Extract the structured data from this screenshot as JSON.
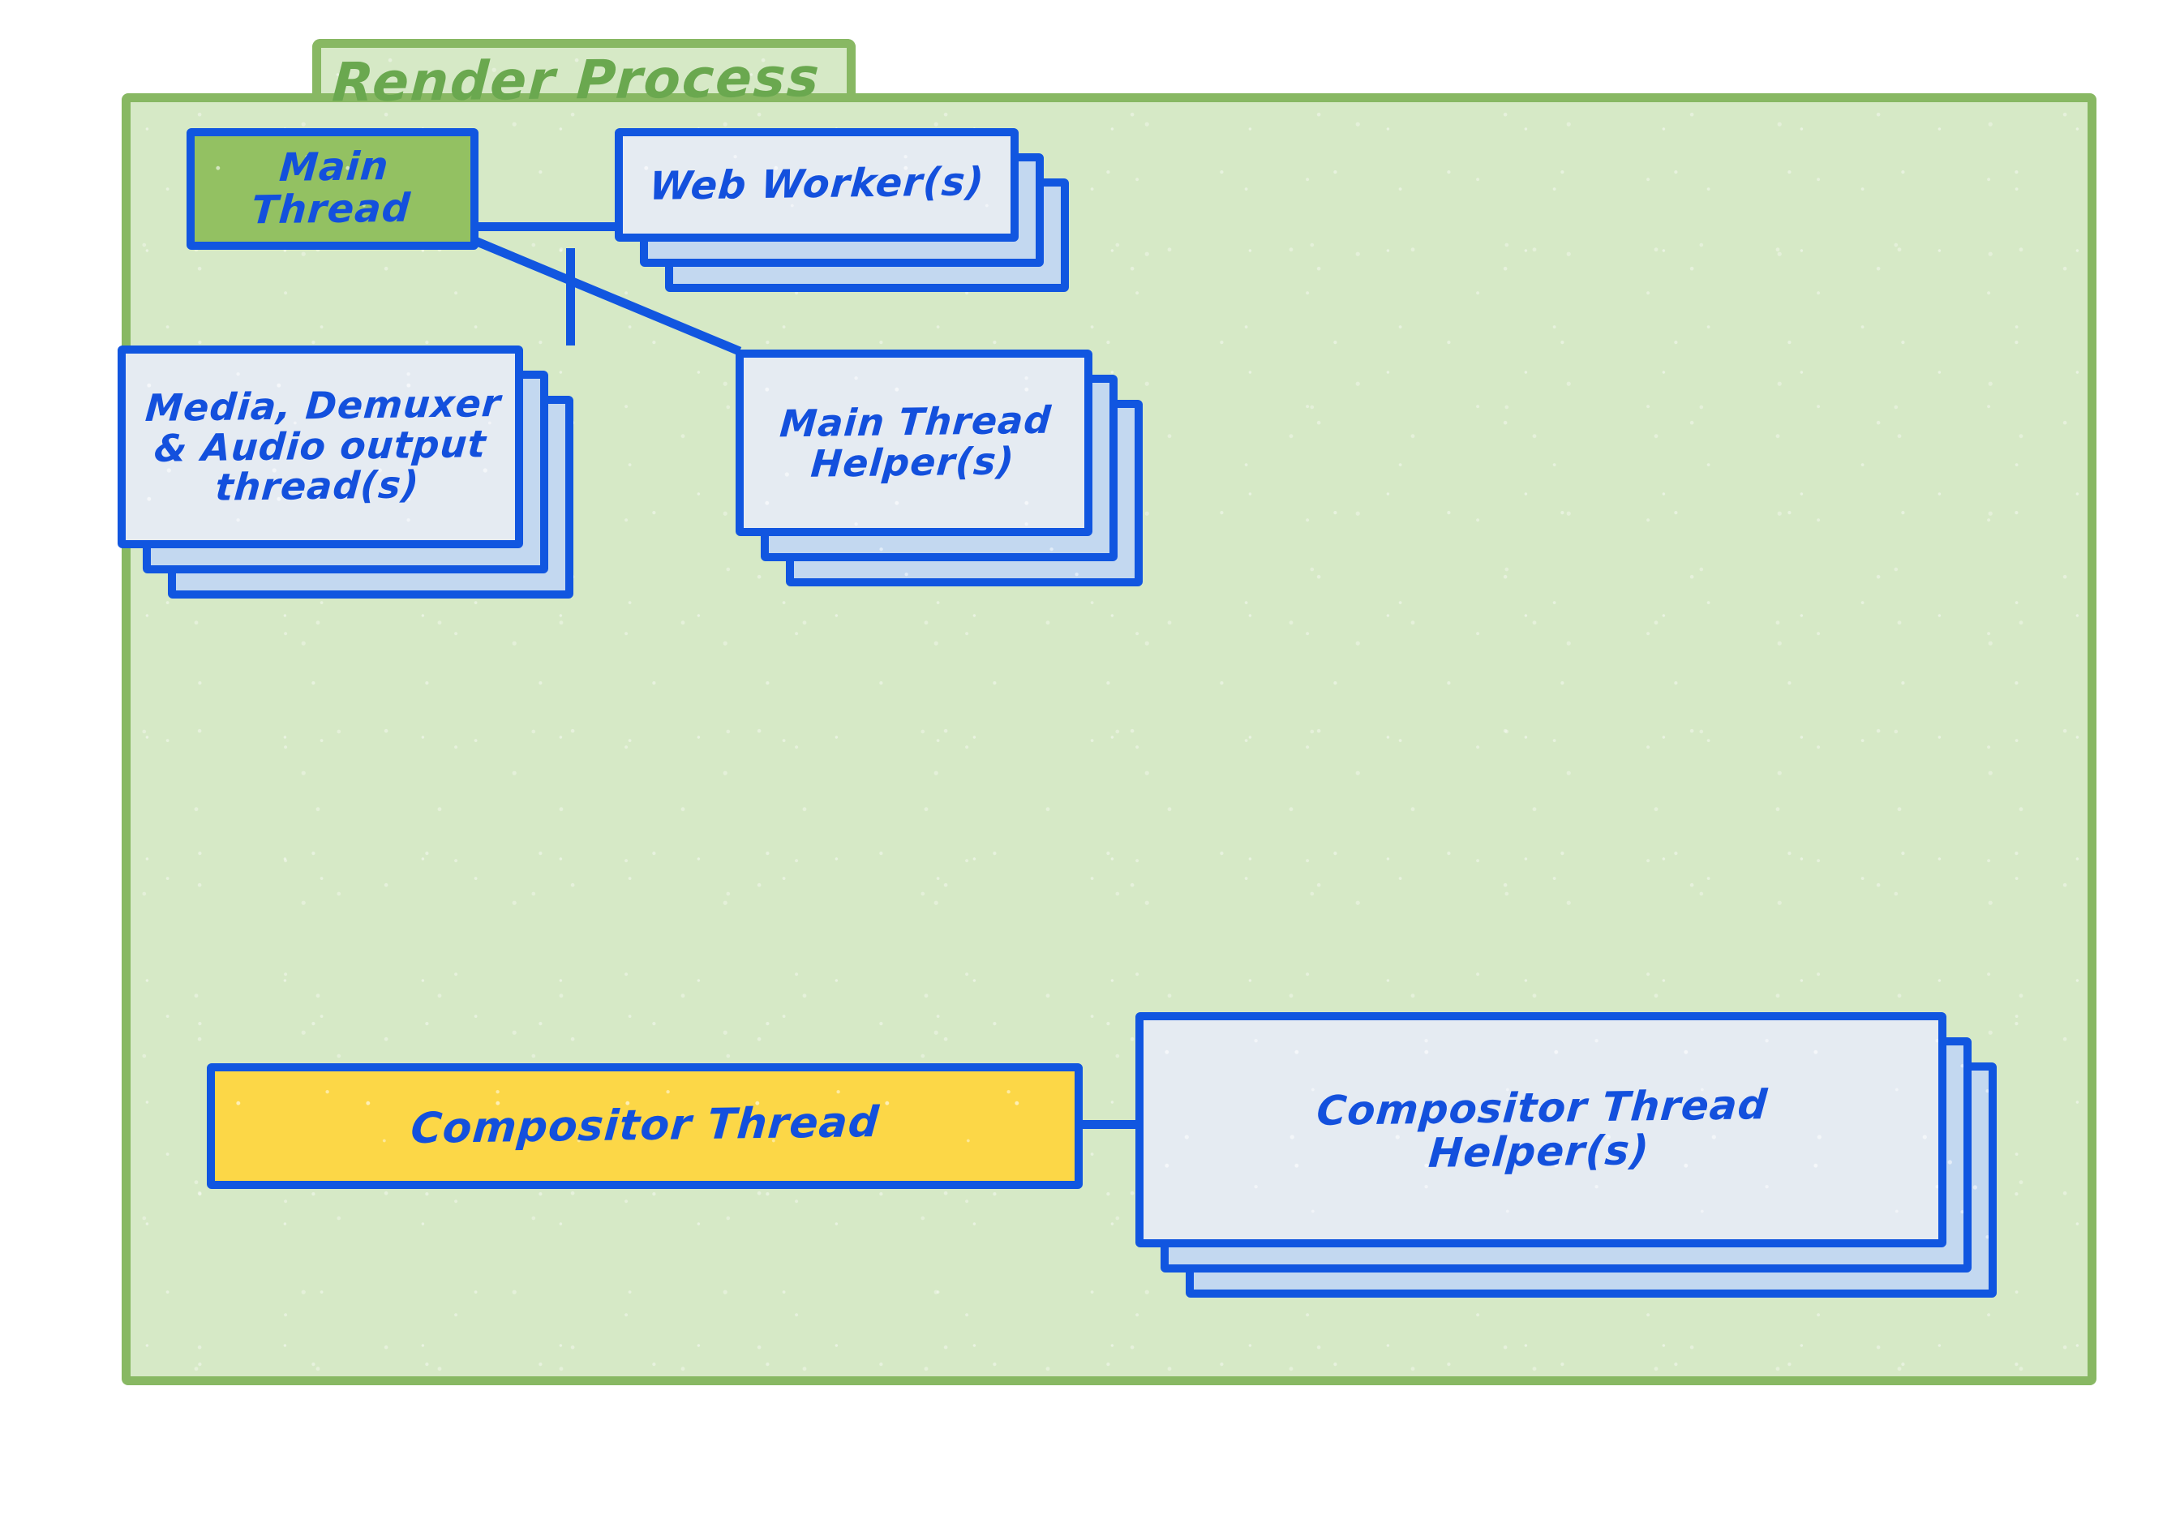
{
  "diagram": {
    "title": "Render Process",
    "type": "architecture-diagram",
    "container": {
      "label": "Render Process",
      "shape": "folder",
      "fill_color": "#d6e9c6",
      "border_color": "#88b863",
      "title_color": "#6aa84f"
    },
    "palette": {
      "blue_stroke": "#1156e0",
      "blue_text": "#1350dd",
      "card_front_fill": "#e5ebf2",
      "card_back_fill": "#c3d8f0",
      "green_fill": "#93c162",
      "yellow_fill": "#fcd747",
      "page_background": "#ffffff"
    },
    "nodes": [
      {
        "id": "main-thread",
        "label": "Main Thread",
        "fill": "green",
        "stacked": false,
        "layers": 1
      },
      {
        "id": "web-worker",
        "label": "Web Worker(s)",
        "fill": "front",
        "stacked": true,
        "layers": 3
      },
      {
        "id": "media-demuxer-audio",
        "label": "Media, Demuxer\n& Audio output\nthread(s)",
        "fill": "front",
        "stacked": true,
        "layers": 3
      },
      {
        "id": "main-thread-helper",
        "label": "Main Thread\nHelper(s)",
        "fill": "front",
        "stacked": true,
        "layers": 3
      },
      {
        "id": "compositor-thread",
        "label": "Compositor Thread",
        "fill": "yellow",
        "stacked": false,
        "layers": 1
      },
      {
        "id": "compositor-thread-helper",
        "label": "Compositor Thread\nHelper(s)",
        "fill": "front",
        "stacked": true,
        "layers": 3
      }
    ],
    "connections": [
      {
        "from": "main-thread",
        "to": "web-worker",
        "style": "straight-horizontal"
      },
      {
        "from": "main-thread",
        "to": "media-demuxer-audio",
        "style": "straight-vertical"
      },
      {
        "from": "main-thread",
        "to": "main-thread-helper",
        "style": "diagonal"
      },
      {
        "from": "compositor-thread",
        "to": "compositor-thread-helper",
        "style": "straight-horizontal"
      }
    ]
  }
}
